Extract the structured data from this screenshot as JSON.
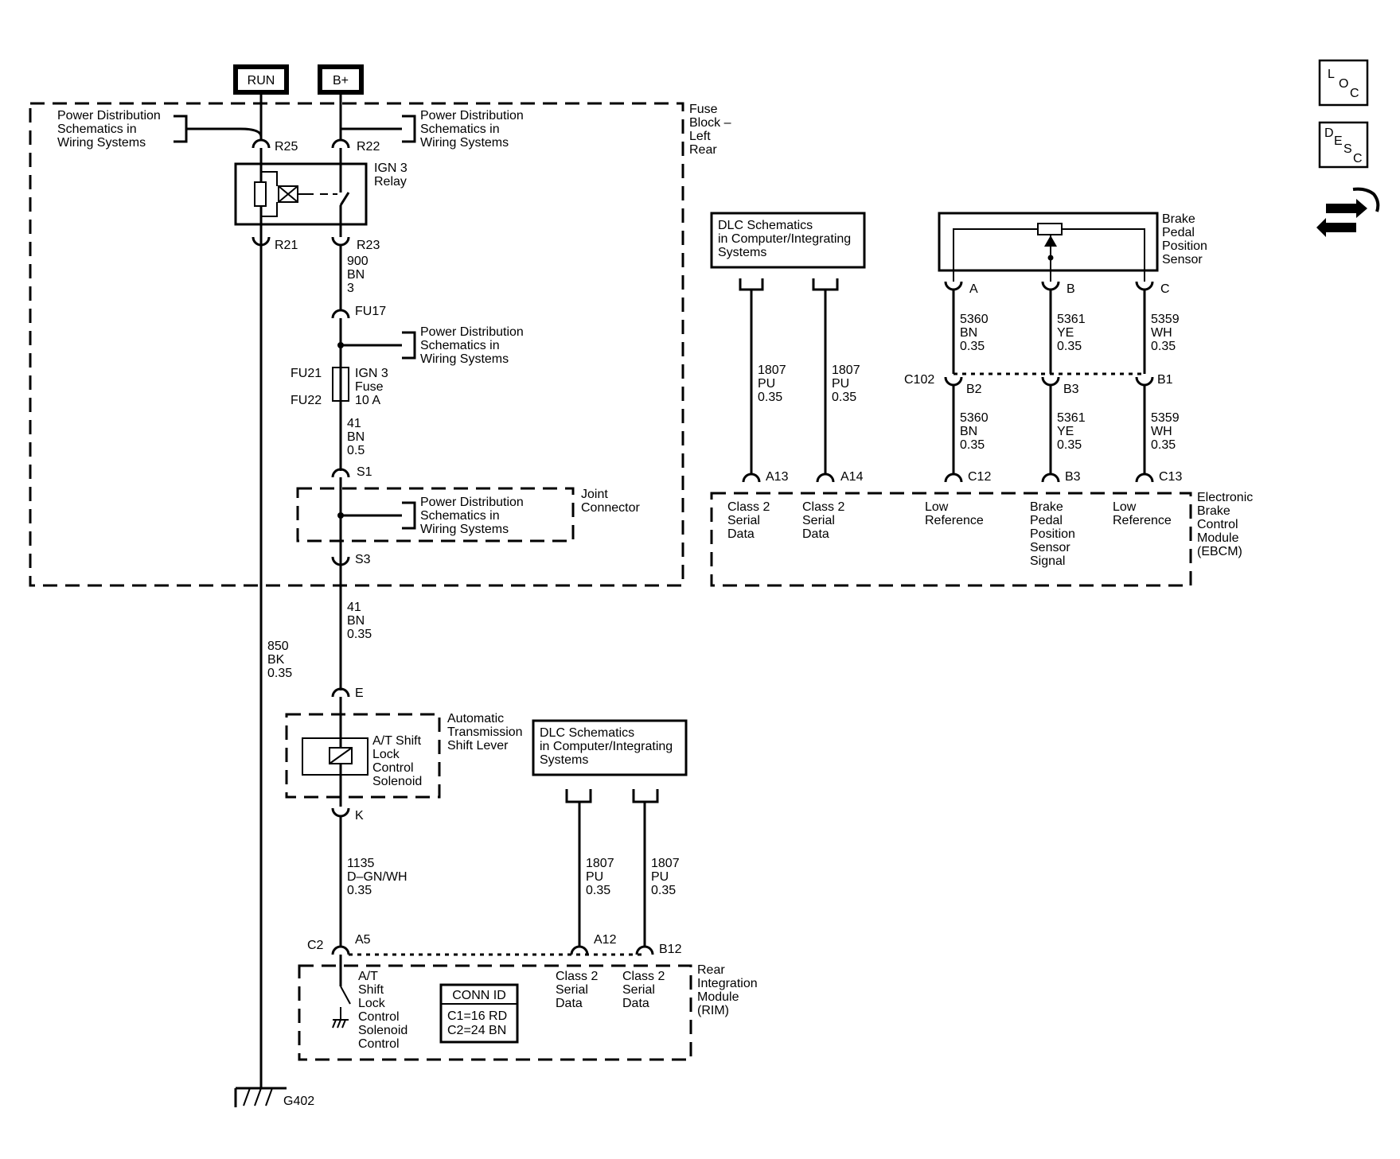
{
  "sources": {
    "run": "RUN",
    "bplus": "B+"
  },
  "fuse_block": {
    "title": [
      "Fuse",
      "Block –",
      "Left",
      "Rear"
    ],
    "pd_ref": [
      "Power Distribution",
      "Schematics in",
      "Wiring Systems"
    ],
    "pins": {
      "r25": "R25",
      "r22": "R22",
      "r21": "R21",
      "r23": "R23",
      "fu17": "FU17",
      "fu21": "FU21",
      "fu22": "FU22",
      "s1": "S1",
      "s3": "S3"
    },
    "relay": [
      "IGN 3",
      "Relay"
    ],
    "fuse": [
      "IGN 3",
      "Fuse",
      "10 A"
    ],
    "joint": [
      "Joint",
      "Connector"
    ]
  },
  "wires": {
    "w900": [
      "900",
      "BN",
      "3"
    ],
    "w41a": [
      "41",
      "BN",
      "0.5"
    ],
    "w41b": [
      "41",
      "BN",
      "0.35"
    ],
    "w850": [
      "850",
      "BK",
      "0.35"
    ],
    "w1135": [
      "1135",
      "D–GN/WH",
      "0.35"
    ],
    "w1807": [
      "1807",
      "PU",
      "0.35"
    ],
    "w5360": [
      "5360",
      "BN",
      "0.35"
    ],
    "w5361": [
      "5361",
      "YE",
      "0.35"
    ],
    "w5359": [
      "5359",
      "WH",
      "0.35"
    ]
  },
  "shift_lever": {
    "title": [
      "Automatic",
      "Transmission",
      "Shift Lever"
    ],
    "solenoid": [
      "A/T Shift",
      "Lock",
      "Control",
      "Solenoid"
    ],
    "pin_e": "E",
    "pin_k": "K"
  },
  "dlc": [
    "DLC Schematics",
    "in Computer/Integrating",
    "Systems"
  ],
  "rim": {
    "title": [
      "Rear",
      "Integration",
      "Module",
      "(RIM)"
    ],
    "connector": "C2",
    "pins": {
      "a5": "A5",
      "a12": "A12",
      "b12": "B12"
    },
    "control": [
      "A/T",
      "Shift",
      "Lock",
      "Control",
      "Solenoid",
      "Control"
    ],
    "serial": [
      "Class 2",
      "Serial",
      "Data"
    ],
    "conn_id": {
      "title": "CONN ID",
      "c1": "C1=16 RD",
      "c2": "C2=24 BN"
    }
  },
  "ground": "G402",
  "sensor": {
    "title": [
      "Brake",
      "Pedal",
      "Position",
      "Sensor"
    ],
    "pins": {
      "a": "A",
      "b": "B",
      "c": "C"
    }
  },
  "c102": {
    "name": "C102",
    "b2": "B2",
    "b3": "B3",
    "b1": "B1"
  },
  "ebcm": {
    "title": [
      "Electronic",
      "Brake",
      "Control",
      "Module",
      "(EBCM)"
    ],
    "pins": {
      "a13": "A13",
      "a14": "A14",
      "c12": "C12",
      "b3": "B3",
      "c13": "C13"
    },
    "serial": [
      "Class 2",
      "Serial",
      "Data"
    ],
    "low_ref": [
      "Low",
      "Reference"
    ],
    "bpps_signal": [
      "Brake",
      "Pedal",
      "Position",
      "Sensor",
      "Signal"
    ]
  },
  "icons": {
    "loc": [
      "L",
      "O",
      "C"
    ],
    "desc": [
      "D",
      "E",
      "S",
      "C"
    ],
    "nav": "navigation-arrows-icon"
  }
}
